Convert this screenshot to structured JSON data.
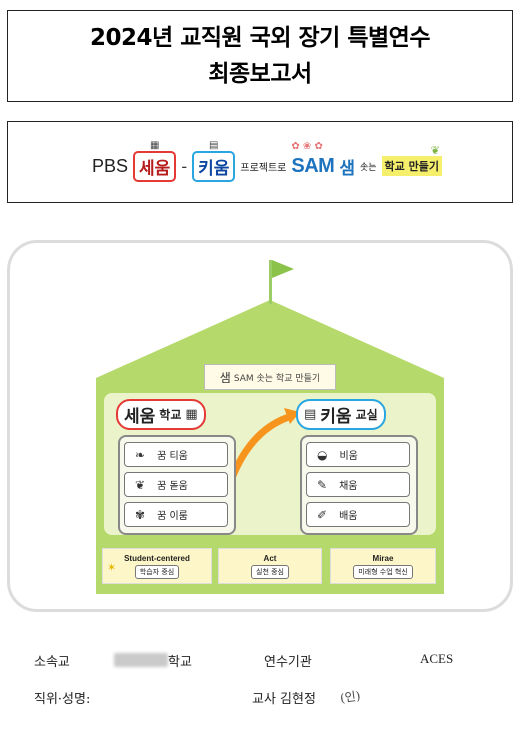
{
  "title": {
    "line1": "2024년 교직원 국외 장기 특별연수",
    "line2": "최종보고서"
  },
  "banner": {
    "prefix": "PBS",
    "word1": "세움",
    "dash": "-",
    "word2": "키움",
    "project": "프로젝트로",
    "sam": "SAM",
    "sam_kr": "샘",
    "sprout": "솟는",
    "school": "학교 만들기"
  },
  "diagram": {
    "sign_big": "샘",
    "sign_text": "SAM 솟는 학교 만들기",
    "left_panel": {
      "title": "세움",
      "subtitle": "학교",
      "items": [
        "꿈 티움",
        "꿈 돋움",
        "꿈 이룸"
      ]
    },
    "right_panel": {
      "title": "키움",
      "subtitle": "교실",
      "items": [
        "비움",
        "채움",
        "배움"
      ]
    },
    "footer": [
      {
        "title": "Student-centered",
        "label": "학습자 중심"
      },
      {
        "title": "Act",
        "label": "실천 중심"
      },
      {
        "title": "Mirae",
        "label": "미래형 수업 혁신"
      }
    ],
    "colors": {
      "house": "#b5d96a",
      "inner": "#eaf3c9",
      "red": "#e53935",
      "blue": "#29a5e0",
      "arrow": "#f7941d"
    }
  },
  "info": {
    "affiliation_label": "소속교",
    "affiliation_value": "학교",
    "institution_label": "연수기관",
    "institution_value": "ACES",
    "position_label": "직위·성명:",
    "position_value": "교사 김현정",
    "seal_text": "(인)"
  }
}
